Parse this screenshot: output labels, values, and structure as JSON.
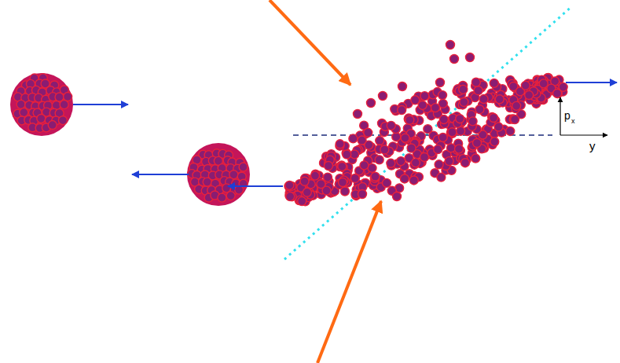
{
  "diagram": {
    "labels": [
      "p",
      "x",
      "y"
    ]
  }
}
